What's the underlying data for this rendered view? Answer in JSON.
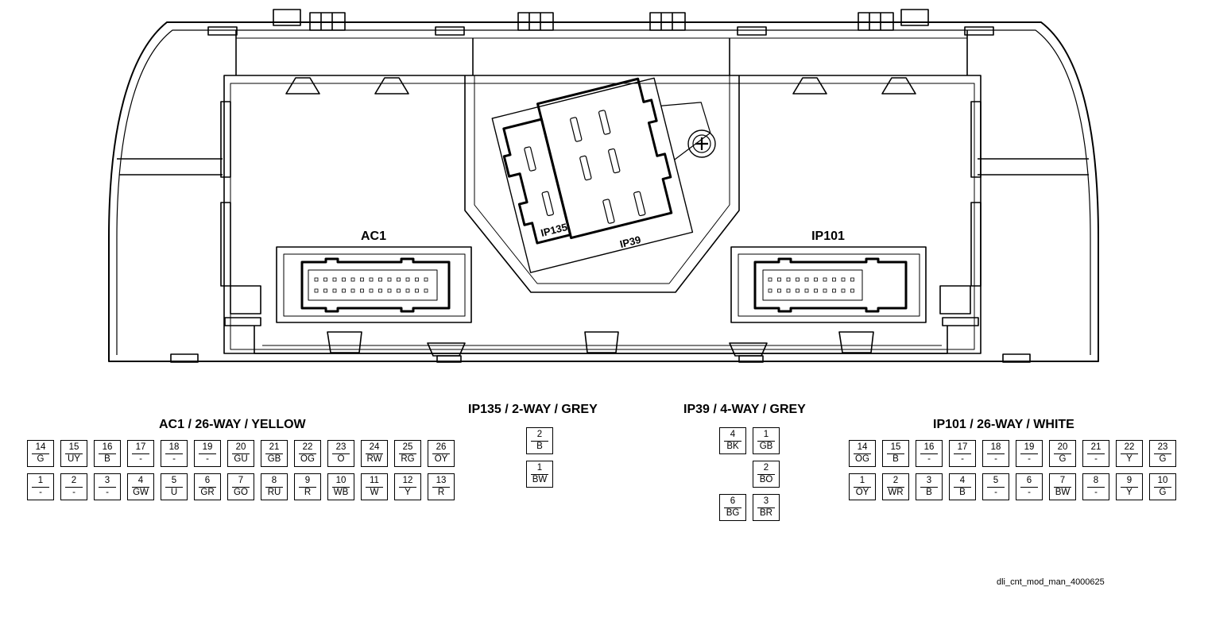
{
  "diagram": {
    "labels": {
      "ac1": "AC1",
      "ip101": "IP101",
      "ip135": "IP135",
      "ip39": "IP39"
    },
    "reference": "dli_cnt_mod_man_4000625"
  },
  "connectors": {
    "ac1": {
      "title": "AC1 / 26-WAY / YELLOW",
      "pins": [
        {
          "n": "14",
          "c": "G"
        },
        {
          "n": "15",
          "c": "UY"
        },
        {
          "n": "16",
          "c": "B"
        },
        {
          "n": "17",
          "c": "-"
        },
        {
          "n": "18",
          "c": "-"
        },
        {
          "n": "19",
          "c": "-"
        },
        {
          "n": "20",
          "c": "GU"
        },
        {
          "n": "21",
          "c": "GB"
        },
        {
          "n": "22",
          "c": "OG"
        },
        {
          "n": "23",
          "c": "O"
        },
        {
          "n": "24",
          "c": "RW"
        },
        {
          "n": "25",
          "c": "RG"
        },
        {
          "n": "26",
          "c": "OY"
        },
        {
          "n": "1",
          "c": "-"
        },
        {
          "n": "2",
          "c": "-"
        },
        {
          "n": "3",
          "c": "-"
        },
        {
          "n": "4",
          "c": "GW"
        },
        {
          "n": "5",
          "c": "U"
        },
        {
          "n": "6",
          "c": "GR"
        },
        {
          "n": "7",
          "c": "GO"
        },
        {
          "n": "8",
          "c": "RU"
        },
        {
          "n": "9",
          "c": "R"
        },
        {
          "n": "10",
          "c": "WB"
        },
        {
          "n": "11",
          "c": "W"
        },
        {
          "n": "12",
          "c": "Y"
        },
        {
          "n": "13",
          "c": "R"
        }
      ]
    },
    "ip135": {
      "title": "IP135 / 2-WAY / GREY",
      "pins": [
        {
          "n": "2",
          "c": "B"
        },
        {
          "n": "1",
          "c": "BW"
        }
      ]
    },
    "ip39": {
      "title": "IP39 / 4-WAY / GREY",
      "pins": [
        {
          "n": "4",
          "c": "BK"
        },
        {
          "n": "1",
          "c": "GB"
        },
        {
          "n": "2",
          "c": "BO"
        },
        {
          "n": "6",
          "c": "BG"
        },
        {
          "n": "3",
          "c": "BR"
        }
      ]
    },
    "ip101": {
      "title": "IP101 / 26-WAY / WHITE",
      "pins": [
        {
          "n": "14",
          "c": "OG"
        },
        {
          "n": "15",
          "c": "B"
        },
        {
          "n": "16",
          "c": "-"
        },
        {
          "n": "17",
          "c": "-"
        },
        {
          "n": "18",
          "c": "-"
        },
        {
          "n": "19",
          "c": "-"
        },
        {
          "n": "20",
          "c": "G"
        },
        {
          "n": "21",
          "c": "-"
        },
        {
          "n": "22",
          "c": "Y"
        },
        {
          "n": "23",
          "c": "G"
        },
        {
          "n": "1",
          "c": "OY"
        },
        {
          "n": "2",
          "c": "WR"
        },
        {
          "n": "3",
          "c": "B"
        },
        {
          "n": "4",
          "c": "B"
        },
        {
          "n": "5",
          "c": "-"
        },
        {
          "n": "6",
          "c": "-"
        },
        {
          "n": "7",
          "c": "BW"
        },
        {
          "n": "8",
          "c": "-"
        },
        {
          "n": "9",
          "c": "Y"
        },
        {
          "n": "10",
          "c": "G"
        }
      ]
    }
  }
}
